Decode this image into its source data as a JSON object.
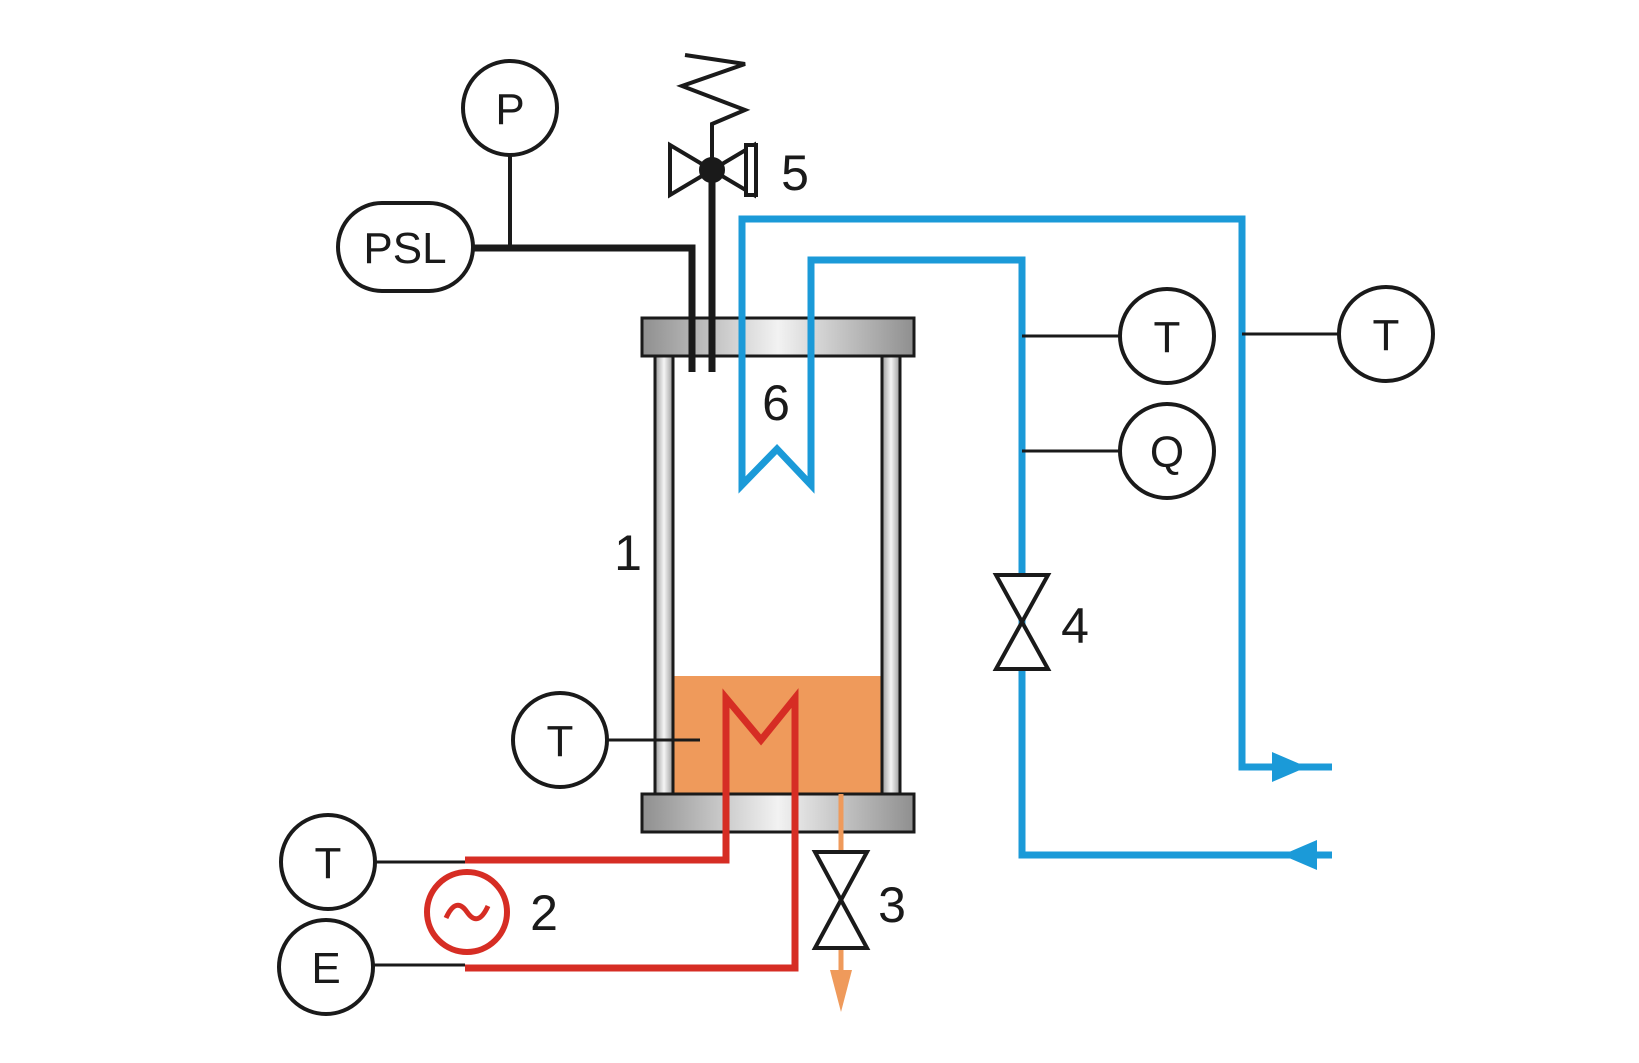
{
  "instruments": {
    "pressure": "P",
    "pressure_switch_low": "PSL",
    "temp_outlet_inner": "T",
    "temp_outlet_outer": "T",
    "flow": "Q",
    "temp_liquid": "T",
    "temp_heater": "T",
    "energy": "E"
  },
  "numbers": {
    "vessel": "1",
    "heater": "2",
    "drain_valve": "3",
    "coolant_valve": "4",
    "relief_valve": "5",
    "condenser": "6"
  },
  "colors": {
    "coolant": "#1b9ad8",
    "heater": "#d62d24",
    "liquid": "#ef9a5b",
    "drain": "#ef9a5b",
    "line": "#1a1a1a",
    "flange": "#b8b8b8"
  }
}
